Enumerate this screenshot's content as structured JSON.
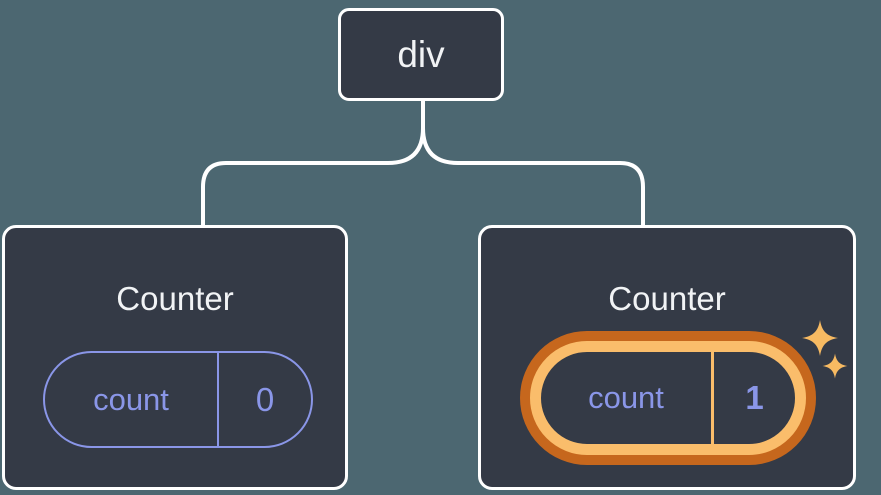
{
  "diagram": {
    "root": {
      "label": "div"
    },
    "children": [
      {
        "title": "Counter",
        "state": {
          "key": "count",
          "value": "0"
        },
        "highlighted": false
      },
      {
        "title": "Counter",
        "state": {
          "key": "count",
          "value": "1"
        },
        "highlighted": true
      }
    ],
    "icons": [
      {
        "name": "sparkle-icon",
        "glyph": "✦",
        "meaning": "state-updated-highlight"
      }
    ]
  },
  "colors": {
    "background": "#4C6771",
    "card": "#343A46",
    "card_border": "#FFFFFF",
    "connector": "#FFFFFF",
    "purple": "#8A96E8",
    "orange_dark": "#C6671D",
    "orange_light": "#FABD6B",
    "sparkle": "#F7BA62",
    "text_light": "#F1F3F5"
  }
}
